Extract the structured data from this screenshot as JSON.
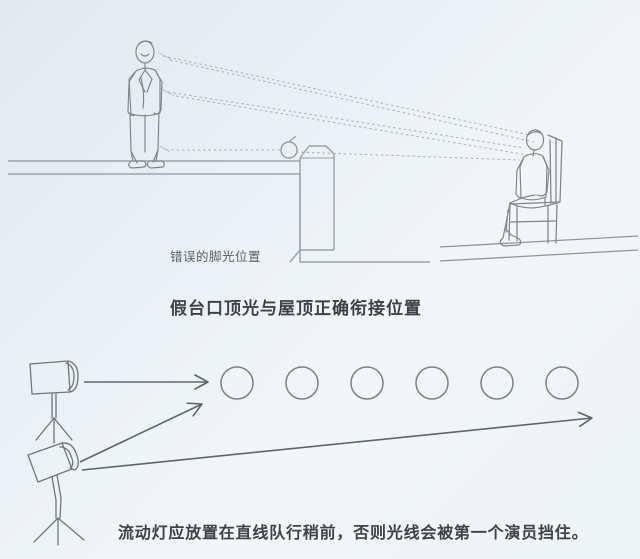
{
  "diagram": {
    "title": "stage lighting placement diagram",
    "background_color": "#eaf0f4",
    "ink_color": "#6b7278",
    "sketch_color": "#8d949a"
  },
  "top_panel": {
    "caption_footlight": "错误的脚光位置",
    "caption_proscenium": "假台口顶光与屋顶正确衔接位置",
    "standing_actor_label": "standing actor on stage",
    "seated_viewer_label": "seated viewer in auditorium",
    "footlight_fixture_label": "footlight fixture",
    "proscenium_label": "false proscenium arch",
    "ray_count": 3,
    "stage_floor_lines": 2
  },
  "bottom_panel": {
    "caption": "流动灯应放置在直线队行稍前，否则光线会被第一个演员挡住。",
    "performer_count": 6,
    "spotlight_upper_label": "upper follow spot",
    "spotlight_lower_label": "lower follow spot",
    "arrow_straight_label": "blocked light path",
    "arrow_diagonal_label": "correct light path"
  }
}
